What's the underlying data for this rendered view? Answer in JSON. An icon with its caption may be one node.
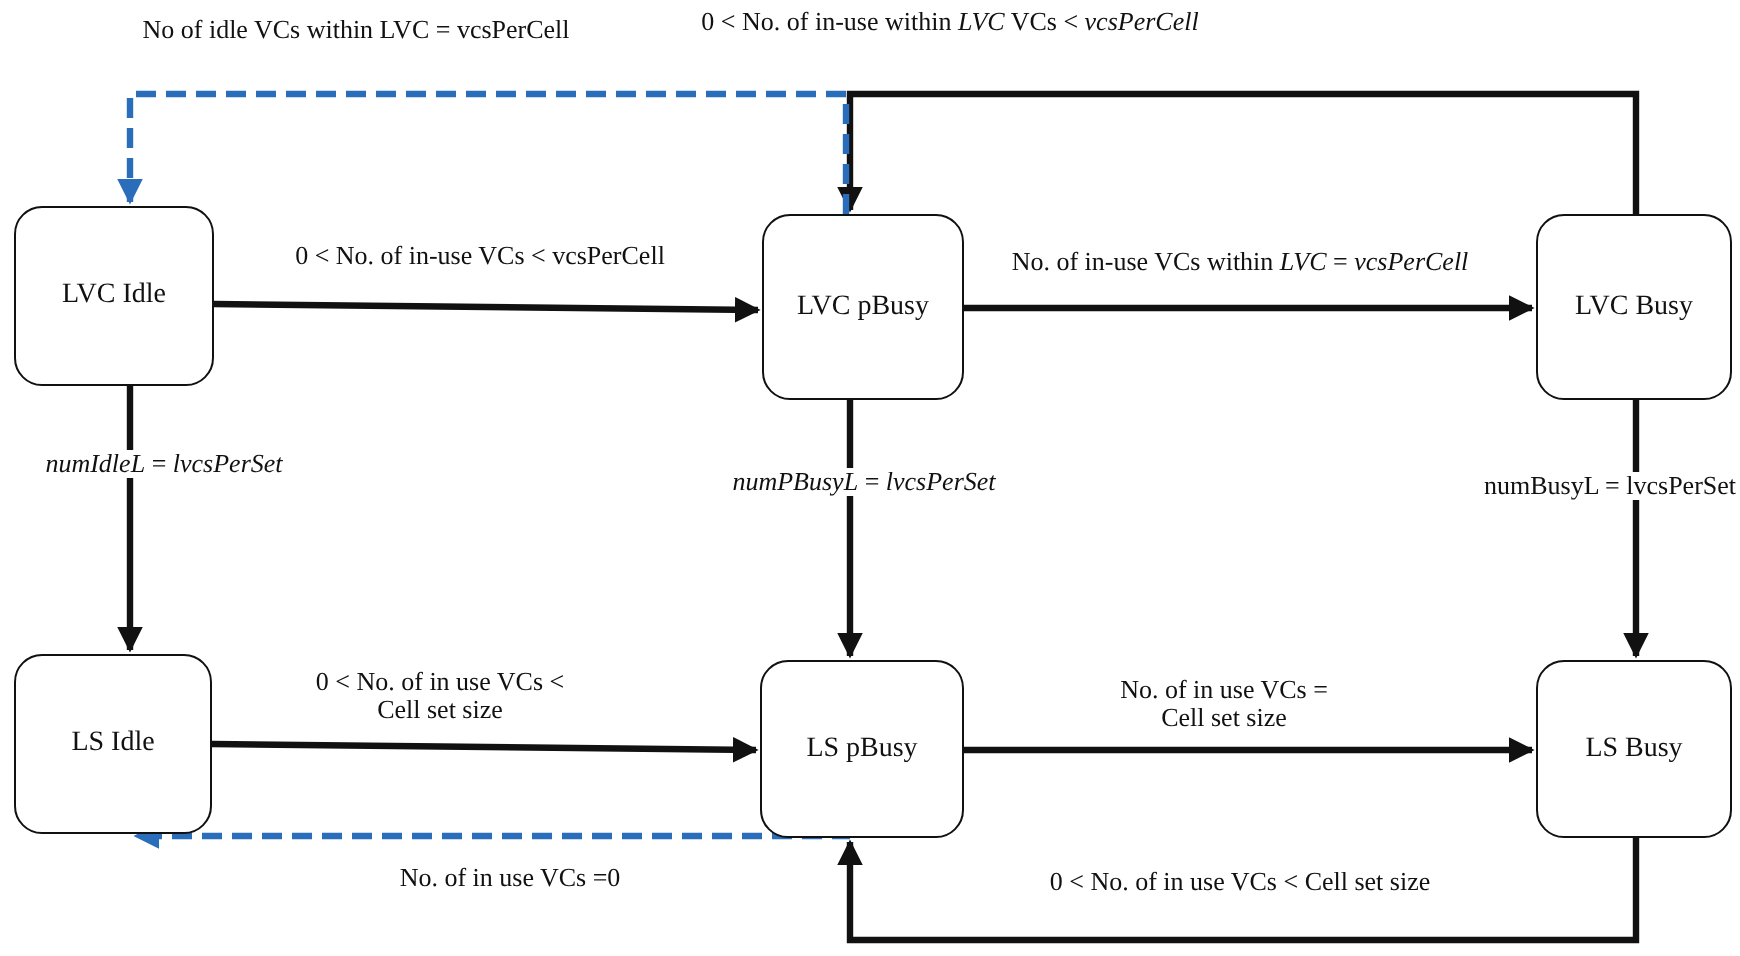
{
  "diagram": {
    "nodes": [
      {
        "text": [
          "LVC Idle"
        ]
      },
      {
        "text": [
          "LVC pBusy"
        ]
      },
      {
        "text": [
          "LVC Busy"
        ]
      },
      {
        "text": [
          "LS Idle"
        ]
      },
      {
        "text": [
          "LS pBusy"
        ]
      },
      {
        "text": [
          "LS Busy"
        ]
      }
    ],
    "edges": [
      {
        "from": 0,
        "to": 1,
        "arrow": "to",
        "label": "0 < No. of in-use VCs < vcsPerCell"
      },
      {
        "from": 1,
        "to": 2,
        "arrow": "to",
        "label": "No. of in-use VCs within *LVC* = *vcsPerCell*"
      },
      {
        "from": 2,
        "to": 1,
        "arrow": "to",
        "label": "0 < No. of in-use within *LVC* VCs < *vcsPerCell*"
      },
      {
        "from": 1,
        "to": 0,
        "arrow": "to",
        "label": "No of idle VCs within LVC = vcsPerCell",
        "style": "dashed",
        "color": "#2a6ebb"
      },
      {
        "from": 0,
        "to": 3,
        "arrow": "to",
        "label": "*numIdleL* = *lvcsPerSet*"
      },
      {
        "from": 1,
        "to": 4,
        "arrow": "to",
        "label": "*numPBusyL* = *lvcsPerSet*"
      },
      {
        "from": 2,
        "to": 5,
        "arrow": "to",
        "label": "numBusyL = lvcsPerSet"
      },
      {
        "from": 3,
        "to": 4,
        "arrow": "to",
        "label": "0 < No. of in use VCs < Cell set size"
      },
      {
        "from": 4,
        "to": 5,
        "arrow": "to",
        "label": "No. of in use VCs = Cell set size"
      },
      {
        "from": 4,
        "to": 3,
        "arrow": "to",
        "label": "No. of in use VCs =0",
        "style": "dashed",
        "color": "#2a6ebb"
      },
      {
        "from": 5,
        "to": 4,
        "arrow": "to",
        "label": "0 < No. of in use VCs < Cell set size"
      }
    ]
  }
}
